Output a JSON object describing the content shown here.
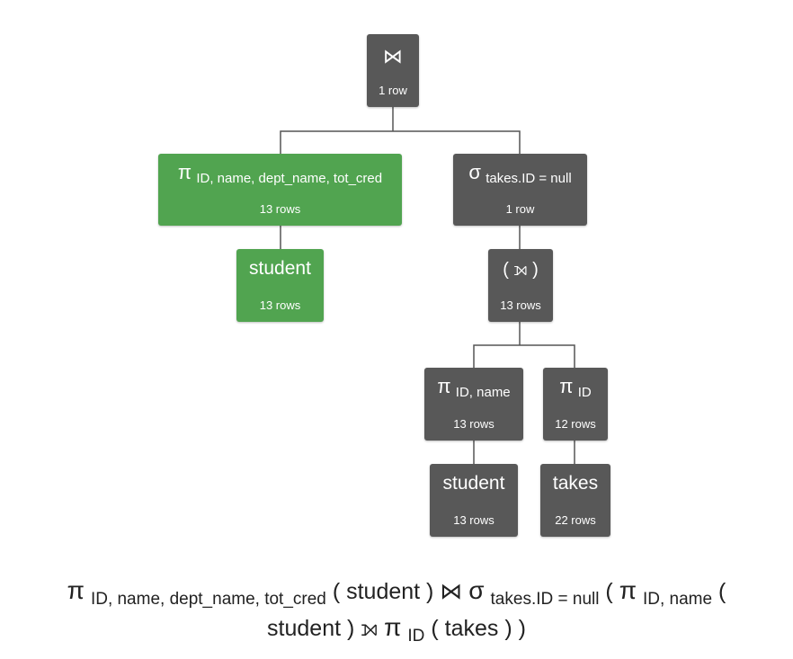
{
  "tree": {
    "root_join": {
      "symbol": "⋈",
      "rows": "1 row"
    },
    "left_projection": {
      "symbol": "π",
      "attributes": "ID, name, dept_name, tot_cred",
      "rows": "13 rows"
    },
    "left_relation": {
      "name": "student",
      "rows": "13 rows"
    },
    "selection": {
      "symbol": "σ",
      "condition": "takes.ID = null",
      "rows": "1 row"
    },
    "outer_join": {
      "symbol": "( ⟕ )",
      "rows": "13 rows"
    },
    "projection_id_name": {
      "symbol": "π",
      "attributes": "ID, name",
      "rows": "13 rows"
    },
    "projection_id": {
      "symbol": "π",
      "attributes": "ID",
      "rows": "12 rows"
    },
    "relation_student": {
      "name": "student",
      "rows": "13 rows"
    },
    "relation_takes": {
      "name": "takes",
      "rows": "22 rows"
    }
  },
  "colors": {
    "dark_node": "#585858",
    "highlight_node": "#51a450",
    "edge": "#555555"
  },
  "expression": {
    "pi1": "π",
    "sub1": "ID, name, dept_name, tot_cred",
    "t1": "( student )",
    "join": "⋈",
    "sigma": "σ",
    "sub2": "takes.ID = null",
    "t2": "(",
    "pi2": "π",
    "sub3": "ID, name",
    "t3": "(",
    "t4": "student )",
    "lojoin": "⟕",
    "pi3": "π",
    "sub4": "ID",
    "t5": "( takes ) )"
  }
}
